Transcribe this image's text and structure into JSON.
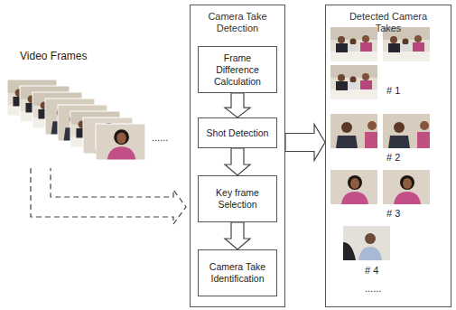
{
  "diagram": {
    "nodes": [
      {
        "text": [
          "Camera Take Detection"
        ]
      },
      {
        "text": [
          "Frame Difference Calculation"
        ],
        "in": 0
      },
      {
        "text": [
          "Shot Detection"
        ],
        "in": 0
      },
      {
        "text": [
          "Key frame Selection"
        ],
        "in": 0
      },
      {
        "text": [
          "Camera Take Identification"
        ],
        "in": 0
      },
      {
        "text": [
          "Detected Camera Takes"
        ]
      }
    ],
    "edges": [
      {
        "from": 1,
        "to": 2,
        "arrow": "to"
      },
      {
        "from": 2,
        "to": 3,
        "arrow": "to"
      },
      {
        "from": 3,
        "to": 4,
        "arrow": "to"
      },
      {
        "from": 0,
        "to": 5,
        "arrow": "to"
      }
    ],
    "labels": [
      "Video Frames",
      "......",
      "# 1",
      "# 2",
      "# 3",
      "# 4",
      "......"
    ]
  }
}
